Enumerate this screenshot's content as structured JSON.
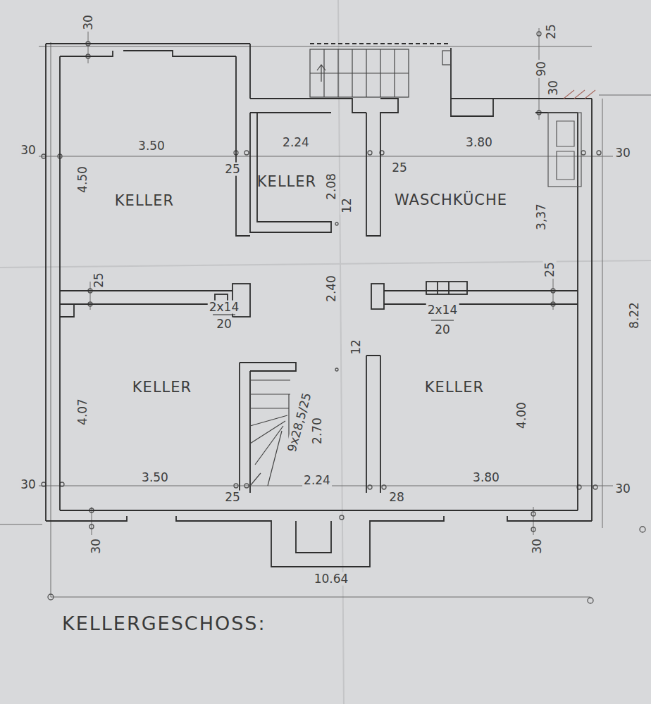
{
  "diagram": {
    "title": "KELLERGESCHOSS:",
    "nodes": [
      {
        "text": [
          "KELLER"
        ]
      },
      {
        "text": [
          "KELLER"
        ]
      },
      {
        "text": [
          "WASCHKÜCHE"
        ]
      },
      {
        "text": [
          "KELLER"
        ]
      },
      {
        "text": [
          "KELLER"
        ]
      }
    ],
    "labels": [
      "30",
      "30",
      "3.50",
      "25",
      "2.24",
      "25",
      "3.80",
      "30",
      "25",
      "90",
      "30",
      "4.50",
      "2.08",
      "12",
      "3,37",
      "25",
      "2.40",
      "25",
      "2x14",
      "20",
      "2x14",
      "20",
      "8.22",
      "12",
      "4.07",
      "9x28,5/25",
      "2.70",
      "4.00",
      "30",
      "3.50",
      "2.24",
      "3.80",
      "25",
      "28",
      "30",
      "30",
      "30",
      "10.64"
    ]
  }
}
